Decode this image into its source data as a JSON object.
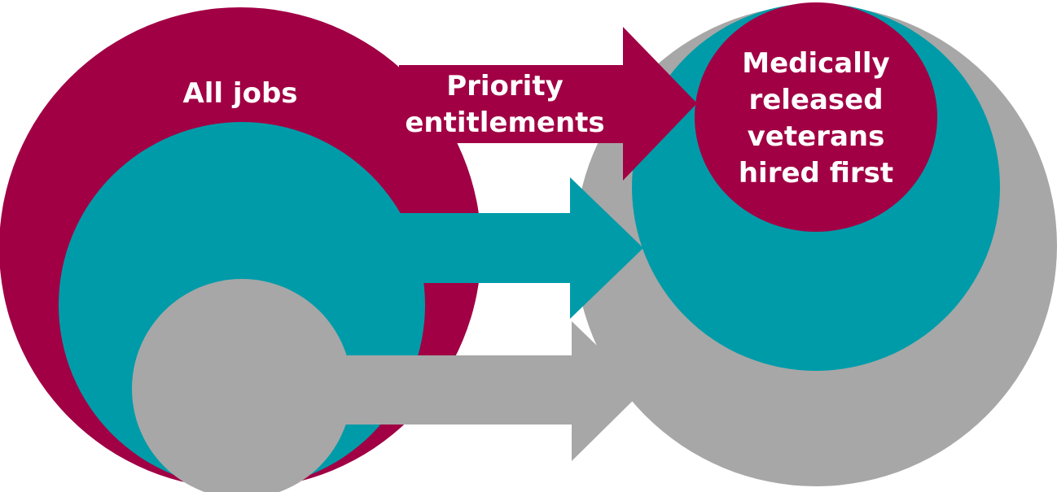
{
  "colors": {
    "maroon": "#A10044",
    "teal": "#009BA9",
    "gray": "#A7A7A7",
    "text": "#FFFFFF",
    "background": "#FFFFFF"
  },
  "labels": {
    "all_jobs": "All jobs",
    "priority_line1": "Priority",
    "priority_line2": "entitlements",
    "result_line1": "Medically",
    "result_line2": "released",
    "result_line3": "veterans",
    "result_line4": "hired first"
  }
}
